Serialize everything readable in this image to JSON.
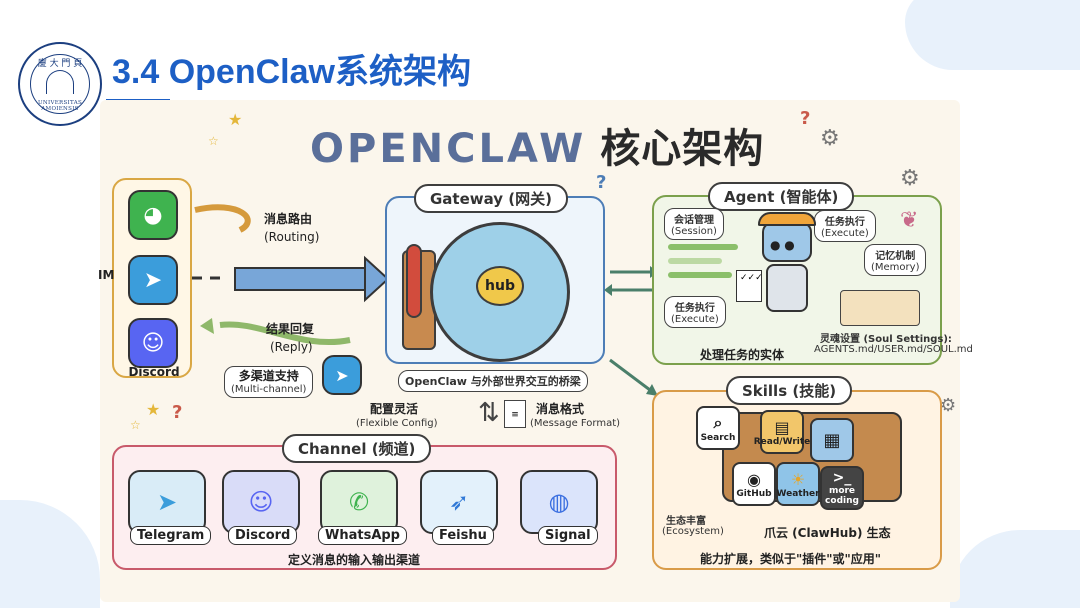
{
  "slide": {
    "title": "3.4 OpenClaw系统架构",
    "seal_top": "廈 大 門 頁",
    "seal_bottom": "UNIVERSITAS AMOIENSIS"
  },
  "poster": {
    "head_en": "OPENCLAW",
    "head_cn": "核心架构",
    "im": {
      "side_label": "IM",
      "bottom_label": "Discord"
    },
    "routing": {
      "label_cn": "消息路由",
      "label_en": "(Routing)"
    },
    "reply": {
      "label_cn": "结果回复",
      "label_en": "(Reply)"
    },
    "multichannel": {
      "label_cn": "多渠道支持",
      "label_en": "(Multi-channel)"
    },
    "gateway": {
      "tag": "Gateway (网关)",
      "hub": "hub",
      "caption": "OpenClaw 与外部世界交互的桥梁"
    },
    "config": {
      "label_cn": "配置灵活",
      "label_en": "(Flexible Config)"
    },
    "message_format": {
      "label_cn": "消息格式",
      "label_en": "(Message Format)"
    },
    "agent": {
      "tag": "Agent (智能体)",
      "session_cn": "会话管理",
      "session_en": "(Session)",
      "execute_top_cn": "任务执行",
      "execute_top_en": "(Execute)",
      "memory_cn": "记忆机制",
      "memory_en": "(Memory)",
      "execute_bottom_cn": "任务执行",
      "execute_bottom_en": "(Execute)",
      "soul_cn": "灵魂设置 (Soul Settings):",
      "soul_files": "AGENTS.md/USER.md/SOUL.md",
      "caption": "处理任务的实体"
    },
    "skills": {
      "tag": "Skills (技能)",
      "search": "Search",
      "readwrite": "Read/Write",
      "github": "GitHub",
      "weather": "Weather",
      "more": "more coding",
      "ecosystem_cn": "生态丰富",
      "ecosystem_en": "(Ecosystem)",
      "clawhub": "爪云 (ClawHub) 生态",
      "caption": "能力扩展，类似于\"插件\"或\"应用\""
    },
    "channel": {
      "tag": "Channel (频道)",
      "items": [
        "Telegram",
        "Discord",
        "WhatsApp",
        "Feishu",
        "Signal"
      ],
      "caption": "定义消息的输入输出渠道"
    }
  },
  "colors": {
    "title_blue": "#1d5fc5",
    "gateway_border": "#4d7db6",
    "agent_border": "#7ba04c",
    "skills_border": "#d99b48",
    "channel_border": "#c85a6b"
  }
}
